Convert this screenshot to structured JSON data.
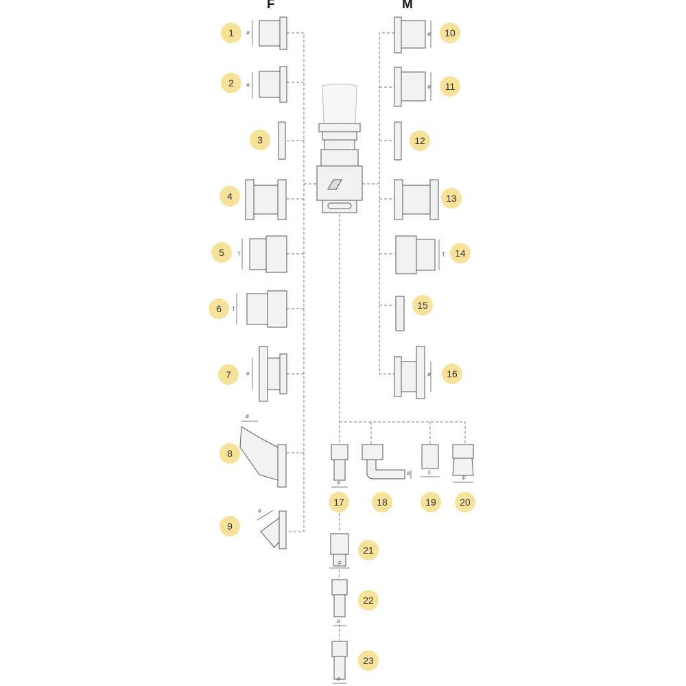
{
  "headers": {
    "female": "F",
    "male": "M"
  },
  "dimension_labels": {
    "diameter": "ø",
    "thread": "T",
    "flat": "F"
  },
  "colors": {
    "badge": "#f7e29a",
    "line": "#555555",
    "part_fill": "#f2f2f2"
  },
  "parts": [
    {
      "number": "1"
    },
    {
      "number": "2"
    },
    {
      "number": "3"
    },
    {
      "number": "4"
    },
    {
      "number": "5"
    },
    {
      "number": "6"
    },
    {
      "number": "7"
    },
    {
      "number": "8"
    },
    {
      "number": "9"
    },
    {
      "number": "10"
    },
    {
      "number": "11"
    },
    {
      "number": "12"
    },
    {
      "number": "13"
    },
    {
      "number": "14"
    },
    {
      "number": "15"
    },
    {
      "number": "16"
    },
    {
      "number": "17"
    },
    {
      "number": "18"
    },
    {
      "number": "19"
    },
    {
      "number": "20"
    },
    {
      "number": "21"
    },
    {
      "number": "22"
    },
    {
      "number": "23"
    }
  ]
}
